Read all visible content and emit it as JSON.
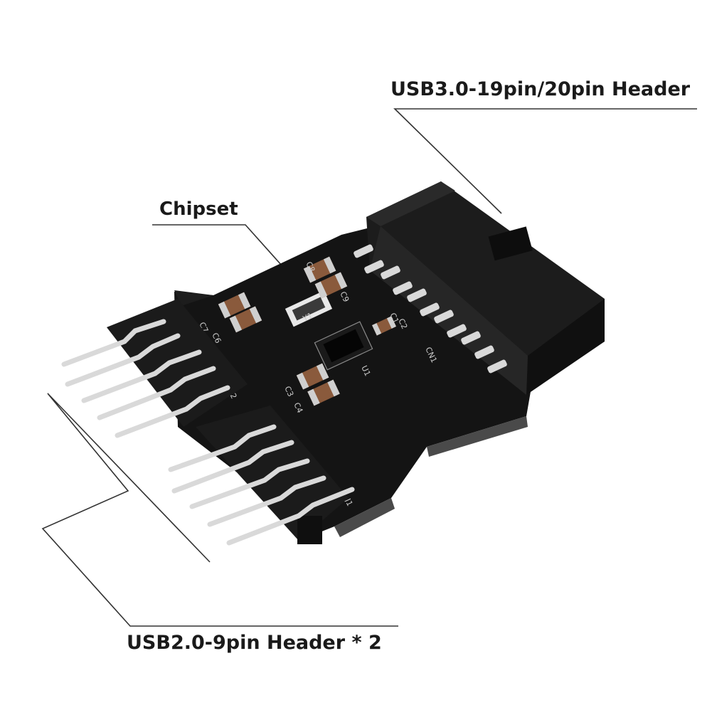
{
  "callouts": {
    "usb3_header": "USB3.0-19pin/20pin Header",
    "chipset": "Chipset",
    "usb2_header": "USB2.0-9pin Header * 2"
  },
  "silkscreen": {
    "cn1": "CN1",
    "j1": "J1",
    "j2": "J2",
    "u1": "U1",
    "y1": "Y1",
    "c3": "C3",
    "c4": "C4",
    "c6": "C6",
    "c7": "C7",
    "c8": "C8",
    "c9": "C9",
    "c1": "C1",
    "c2": "C2"
  },
  "colors": {
    "pcb": "#161616",
    "connector": "#1c1c1c",
    "pin": "#d9d9d9",
    "capacitor": "#8a5a3c",
    "line": "#333333"
  }
}
